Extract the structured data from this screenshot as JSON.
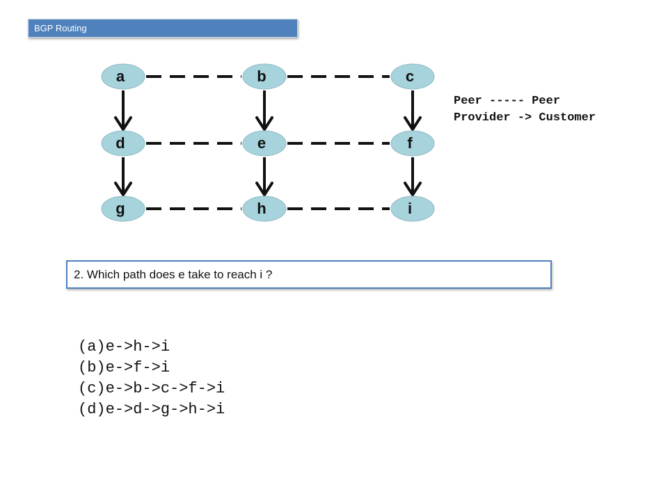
{
  "header": {
    "title": "BGP Routing"
  },
  "diagram": {
    "colors": {
      "node_fill": "#a7d3dd",
      "line": "#111111",
      "accent": "#4f81bd"
    },
    "nodes": [
      {
        "id": "a",
        "label": "a"
      },
      {
        "id": "b",
        "label": "b"
      },
      {
        "id": "c",
        "label": "c"
      },
      {
        "id": "d",
        "label": "d"
      },
      {
        "id": "e",
        "label": "e"
      },
      {
        "id": "f",
        "label": "f"
      },
      {
        "id": "g",
        "label": "g"
      },
      {
        "id": "h",
        "label": "h"
      },
      {
        "id": "i",
        "label": "i"
      }
    ],
    "peer_links": [
      [
        "a",
        "b"
      ],
      [
        "b",
        "c"
      ],
      [
        "d",
        "e"
      ],
      [
        "e",
        "f"
      ],
      [
        "g",
        "h"
      ],
      [
        "h",
        "i"
      ]
    ],
    "provider_customer_links": [
      [
        "a",
        "d"
      ],
      [
        "d",
        "g"
      ],
      [
        "b",
        "e"
      ],
      [
        "e",
        "h"
      ],
      [
        "c",
        "f"
      ],
      [
        "f",
        "i"
      ]
    ]
  },
  "legend": {
    "peer": "Peer ----- Peer",
    "provider_customer": "Provider -> Customer"
  },
  "question": {
    "text": "2. Which path does e take to reach i ?"
  },
  "options": [
    "(a)e->h->i",
    "(b)e->f->i",
    "(c)e->b->c->f->i",
    "(d)e->d->g->h->i"
  ]
}
